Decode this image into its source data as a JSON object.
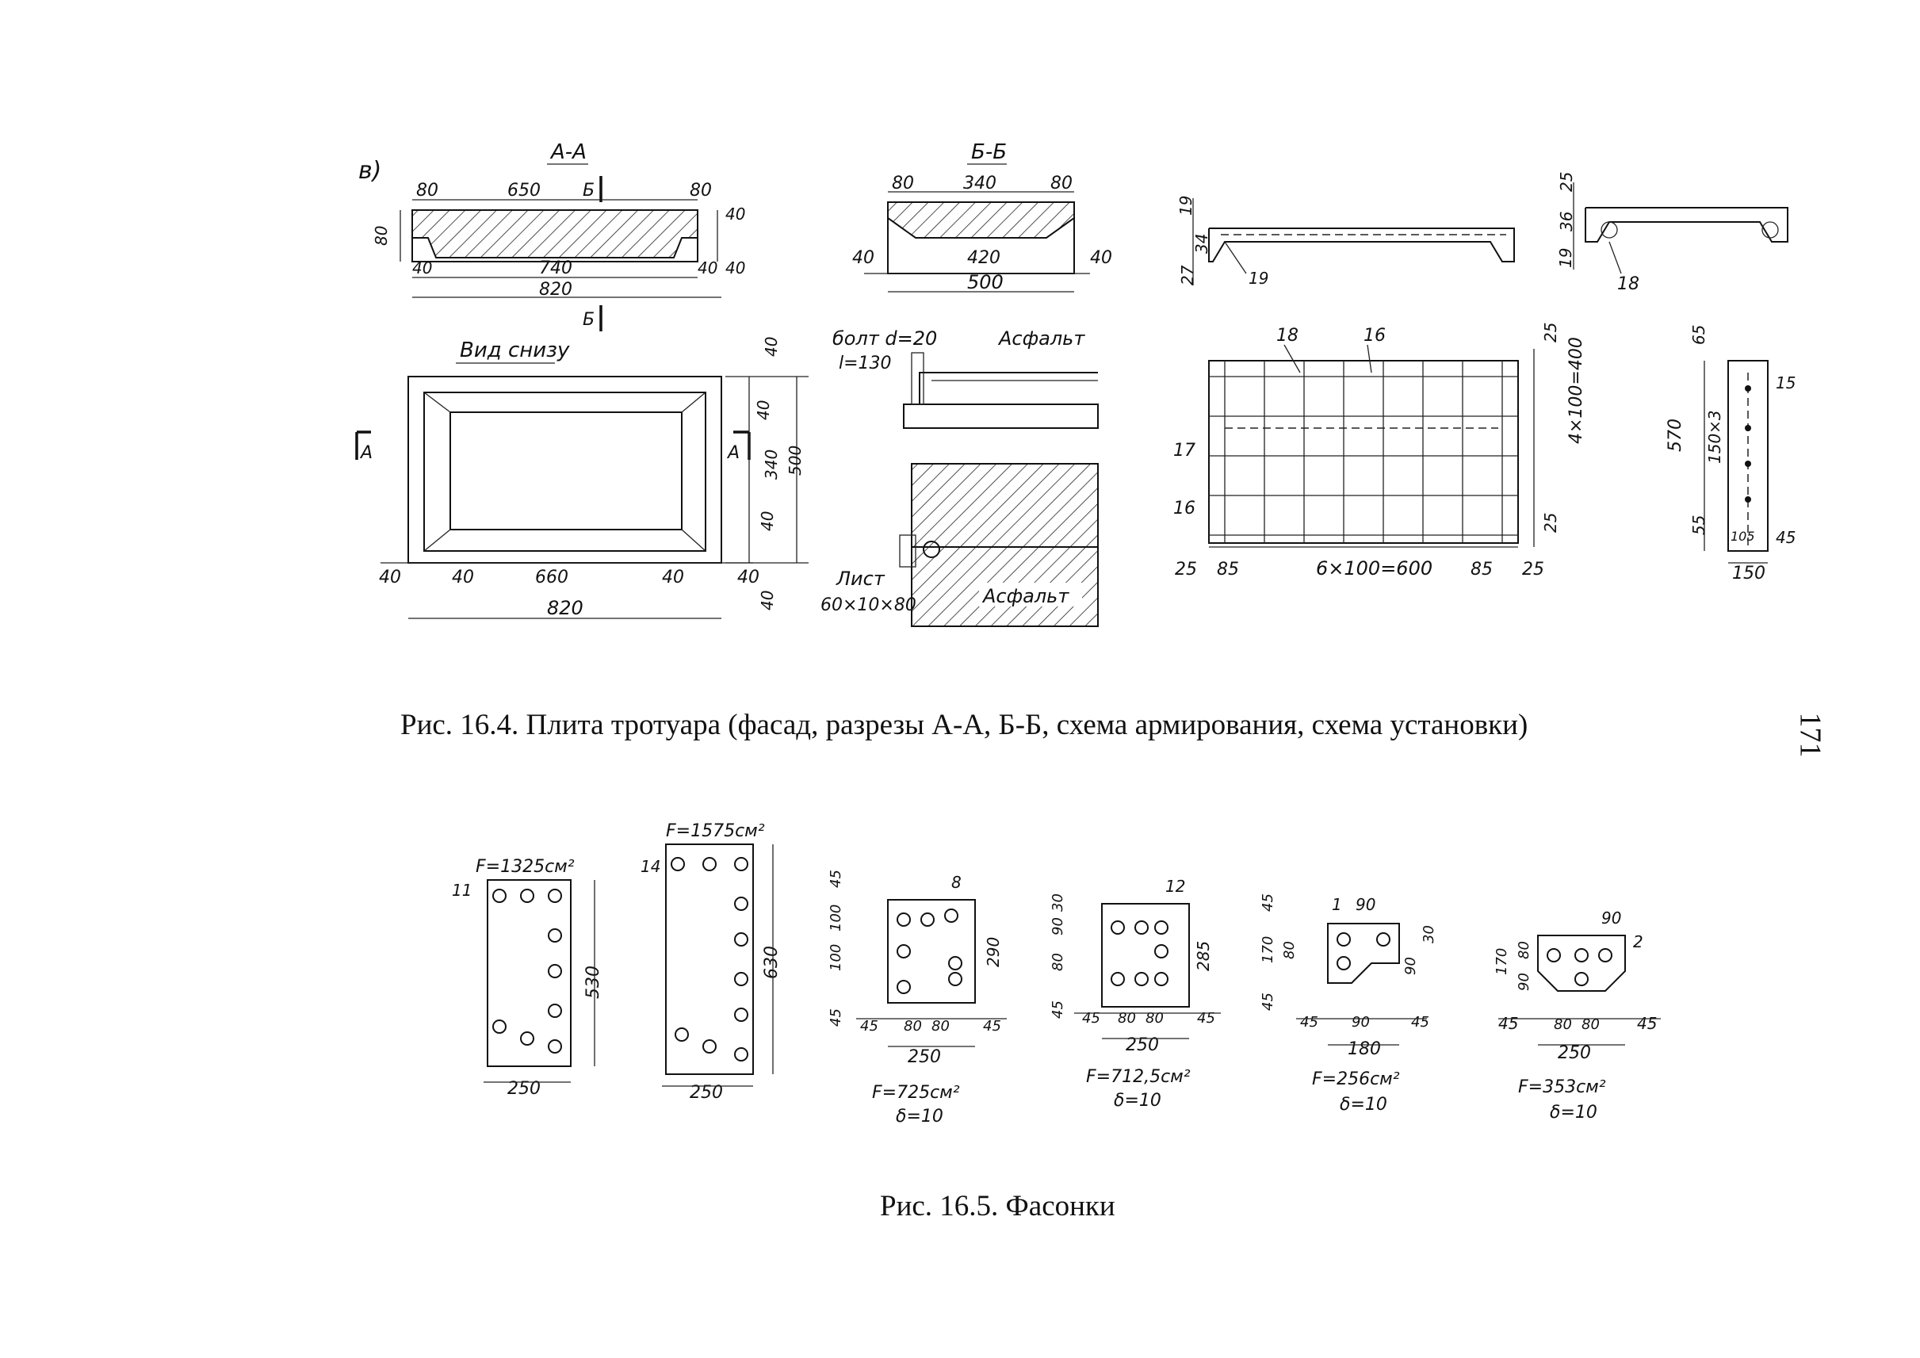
{
  "captions": {
    "fig164": "Рис. 16.4. Плита тротуара (фасад, разрезы А-А, Б-Б, схема армирования, схема установки)",
    "fig165": "Рис. 16.5. Фасонки",
    "page_number": "171"
  },
  "fig164": {
    "panel_label": "в)",
    "section_aa": {
      "title": "А-А",
      "marker": "Б",
      "dims": [
        "80",
        "650",
        "80",
        "80",
        "40",
        "40",
        "740",
        "40",
        "40",
        "820"
      ]
    },
    "section_bb": {
      "title": "Б-Б",
      "dims": [
        "80",
        "340",
        "80",
        "40",
        "420",
        "40",
        "500"
      ]
    },
    "bottom_view": {
      "title": "Вид снизу",
      "marker": "А",
      "dims_bottom": [
        "40",
        "40",
        "660",
        "40",
        "40",
        "820"
      ],
      "dims_right": [
        "40",
        "40",
        "340",
        "500",
        "40",
        "40"
      ]
    },
    "install": {
      "bolt": "болт d=20",
      "bolt_len": "l=130",
      "asphalt_top": "Асфальт",
      "sheet": "Лист",
      "sheet_size": "60×10×80",
      "asphalt_bottom": "Асфальт"
    },
    "rebar_profile": {
      "dims": [
        "19",
        "34",
        "27",
        "19"
      ]
    },
    "rebar_end": {
      "dims": [
        "25",
        "36",
        "19",
        "18"
      ]
    },
    "rebar_plan": {
      "labels": [
        "18",
        "16",
        "17",
        "16"
      ],
      "dims": [
        "25",
        "85",
        "6×100=600",
        "85",
        "25",
        "25",
        "4×100=400",
        "25"
      ]
    },
    "rebar_side": {
      "dims": [
        "65",
        "570",
        "150×3",
        "55",
        "105",
        "45",
        "150",
        "15"
      ]
    }
  },
  "fig165": {
    "plates": [
      {
        "id": "11",
        "area": "F=1325см²",
        "width": "250",
        "height": "530"
      },
      {
        "id": "14",
        "area": "F=1575см²",
        "width": "250",
        "height": "630"
      },
      {
        "id": "8",
        "area": "F=725см²",
        "thickness": "δ=10",
        "width": "250",
        "height": "290",
        "dims": [
          "45",
          "100",
          "100",
          "45",
          "45",
          "80",
          "80",
          "45"
        ]
      },
      {
        "id": "12",
        "area": "F=712,5см²",
        "thickness": "δ=10",
        "width": "250",
        "height": "285",
        "dims": [
          "45",
          "80",
          "90",
          "30",
          "45",
          "80",
          "80",
          "45"
        ]
      },
      {
        "id": "1",
        "area": "F=256см²",
        "thickness": "δ=10",
        "width": "180",
        "dims": [
          "45",
          "170",
          "80",
          "45",
          "90",
          "90",
          "30",
          "45",
          "90",
          "45"
        ]
      },
      {
        "id": "2",
        "area": "F=353см²",
        "thickness": "δ=10",
        "width": "250",
        "dims": [
          "90",
          "170",
          "90",
          "80",
          "45",
          "80",
          "80",
          "45"
        ]
      }
    ]
  }
}
